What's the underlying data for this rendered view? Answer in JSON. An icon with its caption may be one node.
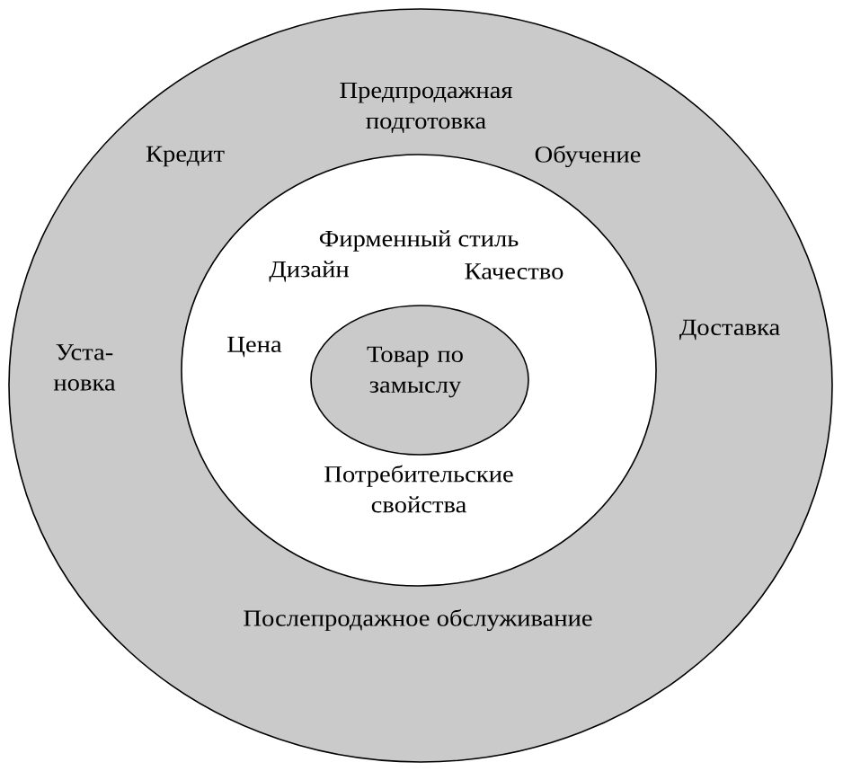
{
  "diagram": {
    "nodes": [
      {
        "text": [
          "Предпродажная подготовка",
          "Кредит",
          "Обучение",
          "Уста- новка",
          "Доставка",
          "Послепродажное обслуживание"
        ]
      },
      {
        "text": [
          "Фирменный стиль",
          "Дизайн",
          "Качество",
          "Цена",
          "Потребительские свойства"
        ],
        "in": 0
      },
      {
        "text": [
          "Товар по замыслу"
        ],
        "in": 1
      }
    ]
  }
}
